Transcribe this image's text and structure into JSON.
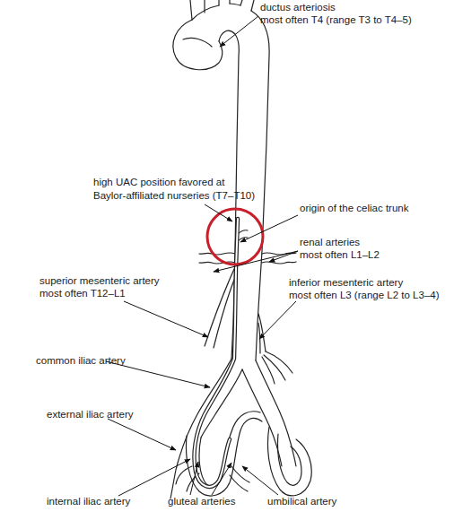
{
  "diagram": {
    "labels": [
      "ductus arteriosis",
      "most often T4 (range T3 to T4–5)",
      "high UAC position favored at",
      "Baylor-affiliated nurseries (T7–T10)",
      "origin of the celiac trunk",
      "renal arteries",
      "most often L1–L2",
      "superior mesenteric artery",
      "most often T12–L1",
      "inferior mesenteric artery",
      "most often L3 (range L2 to L3–4)",
      "common iliac artery",
      "external iliac artery",
      "internal iliac artery",
      "gluteal arteries",
      "umbilical artery"
    ]
  }
}
